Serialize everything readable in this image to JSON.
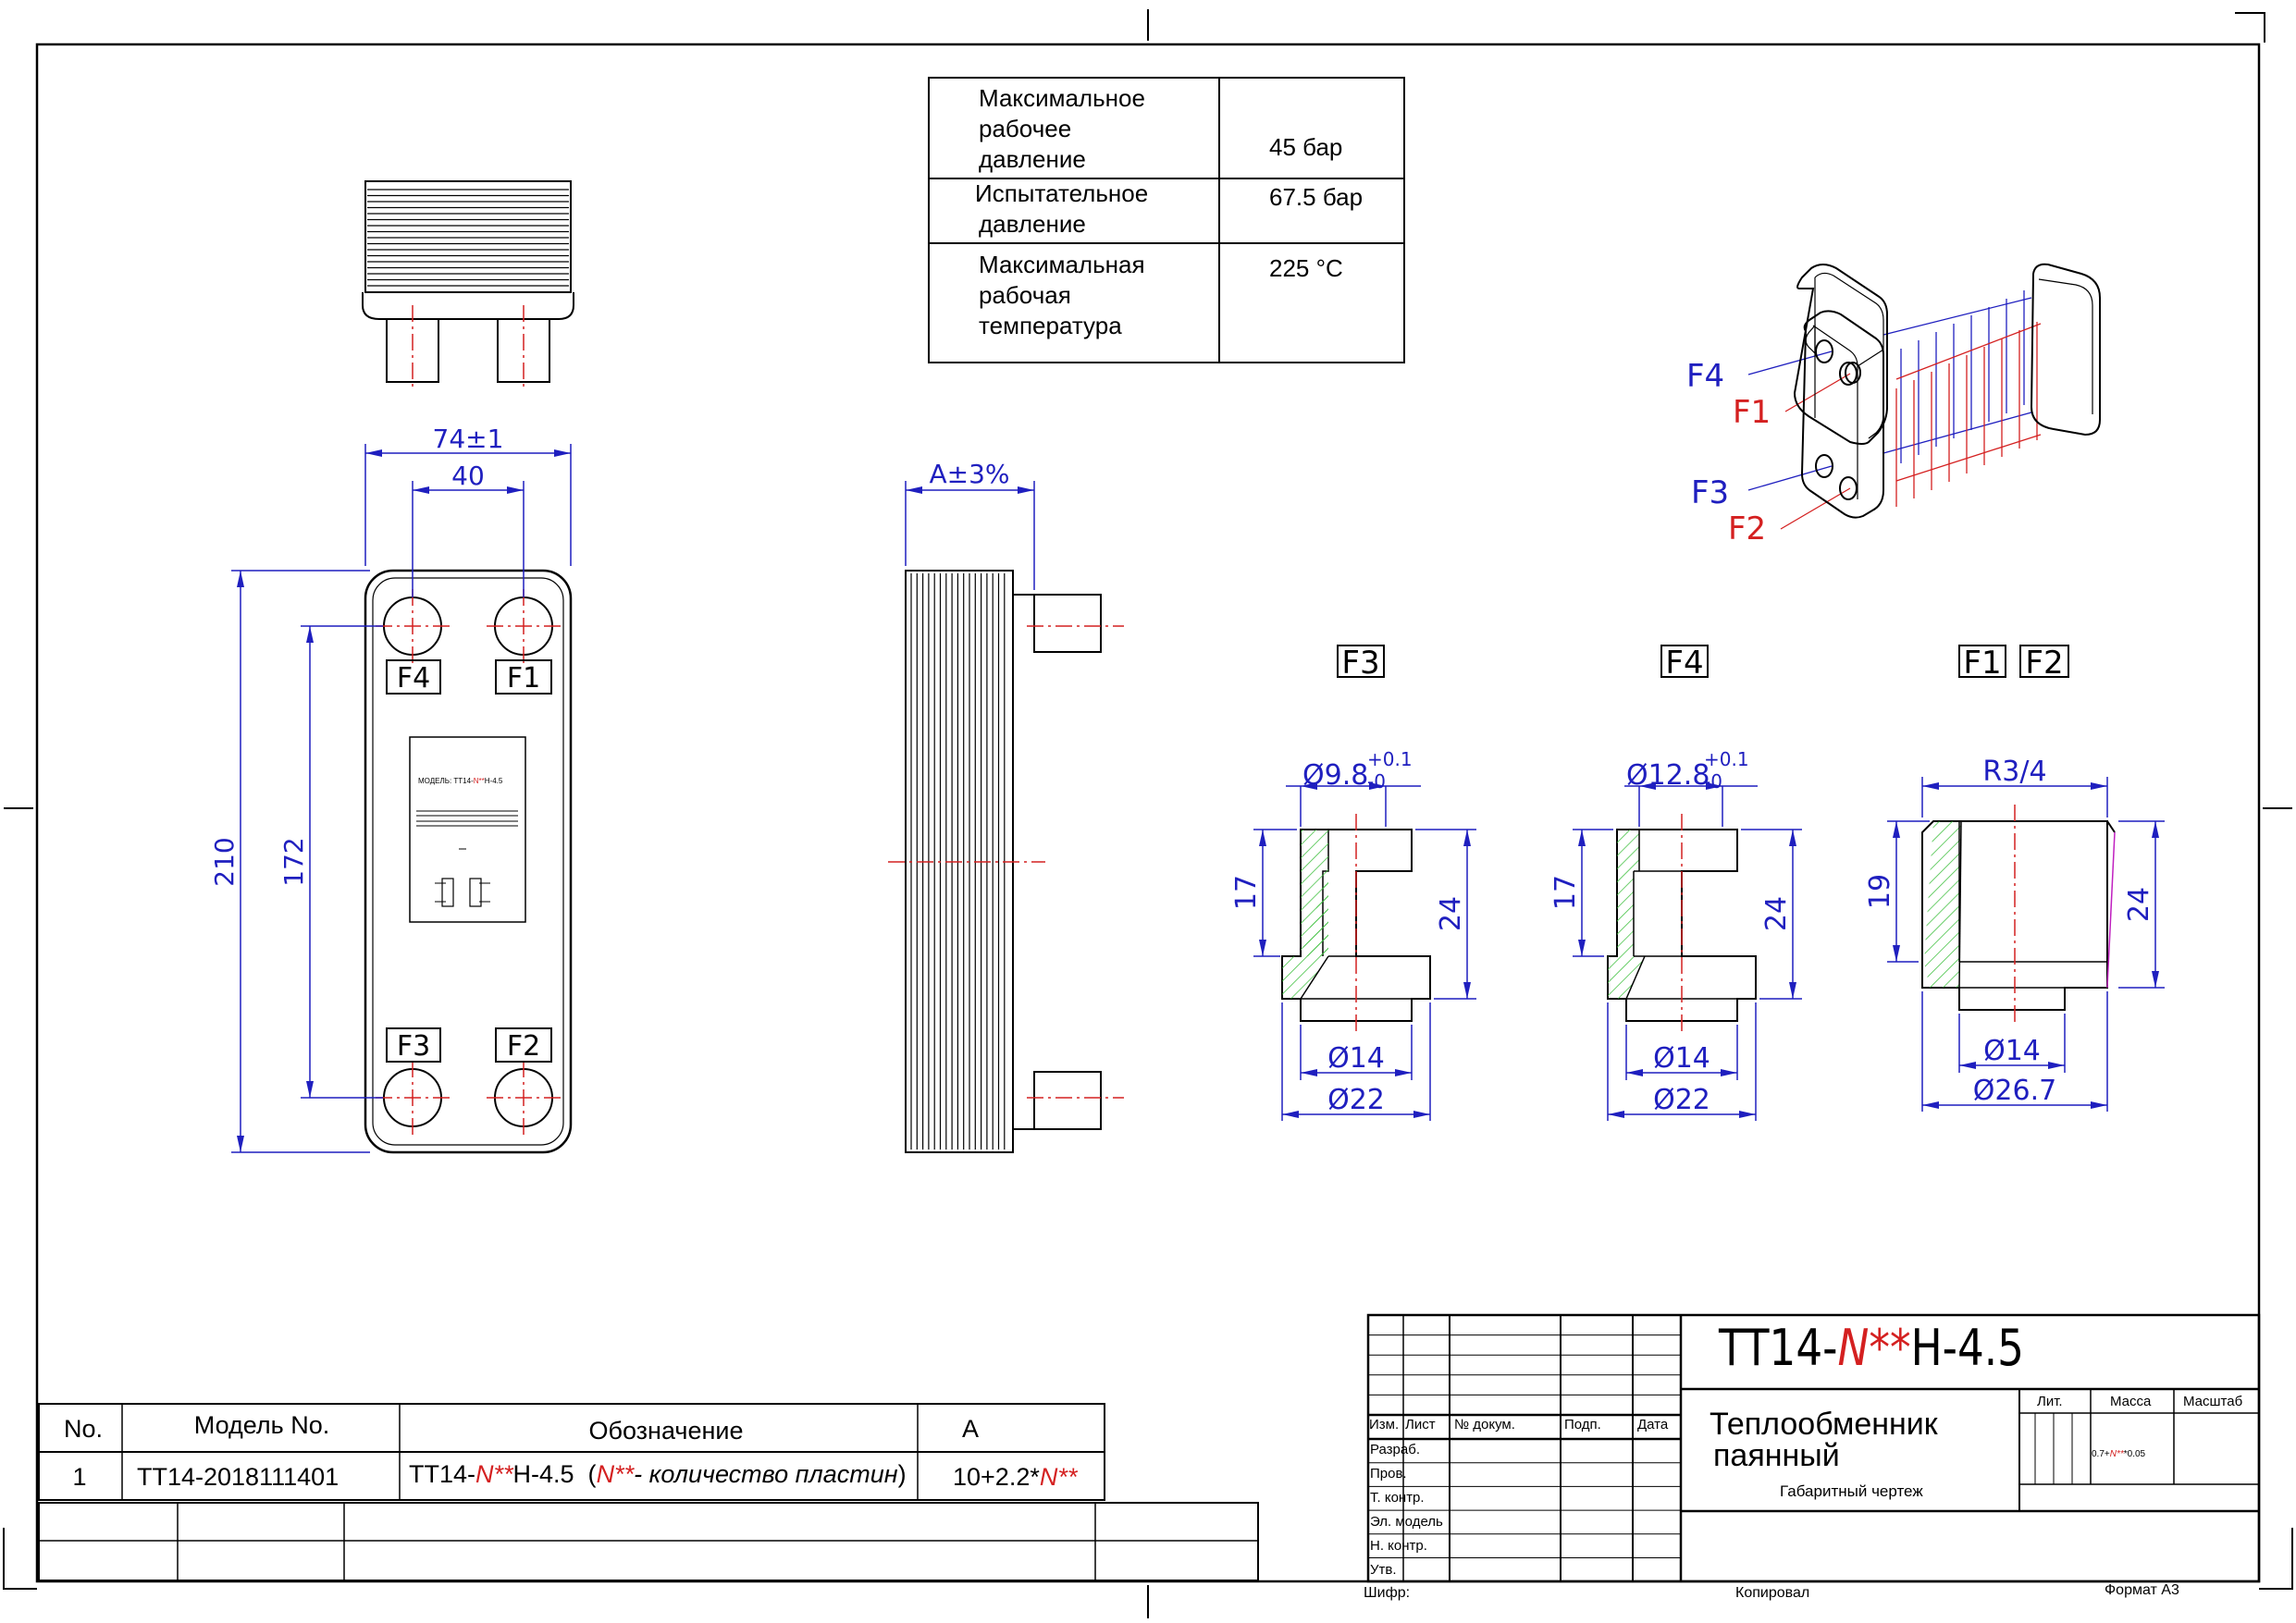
{
  "spec_table": {
    "rows": [
      {
        "label_lines": [
          "Максимальное",
          "рабочее",
          "давление"
        ],
        "value": "45 бар"
      },
      {
        "label_lines": [
          "Испытательное",
          "давление"
        ],
        "value": "67.5 бар"
      },
      {
        "label_lines": [
          "Максимальная",
          "рабочая",
          "температура"
        ],
        "value": "225 °C"
      }
    ]
  },
  "front_view": {
    "dims": {
      "width": "74±1",
      "port_spacing": "40",
      "height": "210",
      "port_height": "172"
    },
    "ports": [
      "F4",
      "F1",
      "F3",
      "F2"
    ],
    "nameplate": {
      "model_prefix": "МОДЕЛЬ: TT14-",
      "model_n": "N**",
      "model_suffix": "H-4.5"
    }
  },
  "side_view": {
    "dim_a": "A±3%"
  },
  "iso_view": {
    "labels": [
      "F4",
      "F1",
      "F3",
      "F2"
    ]
  },
  "connections": [
    {
      "tag": "F3",
      "bore": "Ø9.8",
      "tol_plus": "+0.1",
      "tol_minus": "-0",
      "h_left": "17",
      "h_right": "24",
      "d_inner": "Ø14",
      "d_outer": "Ø22"
    },
    {
      "tag": "F4",
      "bore": "Ø12.8",
      "tol_plus": "+0.1",
      "tol_minus": "-0",
      "h_left": "17",
      "h_right": "24",
      "d_inner": "Ø14",
      "d_outer": "Ø22"
    },
    {
      "tag1": "F1",
      "tag2": "F2",
      "thread": "R3/4",
      "h_left": "19",
      "h_right": "24",
      "d_inner": "Ø14",
      "d_outer": "Ø26.7"
    }
  ],
  "parts_table": {
    "headers": [
      "No.",
      "Модель No.",
      "Обозначение",
      "A"
    ],
    "row": {
      "no": "1",
      "model": "TT14-2018111401",
      "designation": {
        "pre": "TT14-",
        "n": "N**",
        "post": "H-4.5  (",
        "n2": "N**",
        "note": "- количество пластин",
        "close": ")"
      },
      "a": {
        "pre": "10+2.2*",
        "n": "N**"
      }
    }
  },
  "title_block": {
    "designation": {
      "pre": "TT14-",
      "n": "N**",
      "post": "H-4.5"
    },
    "name_line1": "Теплообменник",
    "name_line2": "паянный",
    "doc_type": "Габаритный чертеж",
    "cols": [
      "Изм.",
      "Лист",
      "№ докум.",
      "Подп.",
      "Дата"
    ],
    "rows": [
      "Разраб.",
      "Пров.",
      "Т. контр.",
      "Эл. модель",
      "Н. контр.",
      "Утв."
    ],
    "lit": "Лит.",
    "mass": "Масса",
    "scale": "Масштаб",
    "mass_value": {
      "pre": "0.7+",
      "n": "N**",
      "post": "*0.05"
    },
    "cipher": "Шифр:",
    "copied": "Копировал",
    "format": "Формат А3"
  }
}
